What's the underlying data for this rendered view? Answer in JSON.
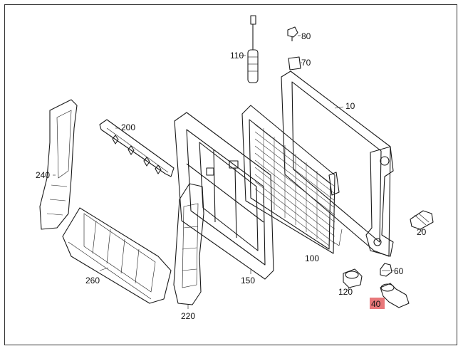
{
  "callouts": {
    "p10": "10",
    "p20": "20",
    "p40": "40",
    "p60": "60",
    "p70": "70",
    "p80": "80",
    "p100": "100",
    "p110": "110",
    "p120": "120",
    "p150": "150",
    "p200": "200",
    "p220": "220",
    "p240": "240",
    "p260": "260"
  },
  "highlight_color": "#e8787a"
}
